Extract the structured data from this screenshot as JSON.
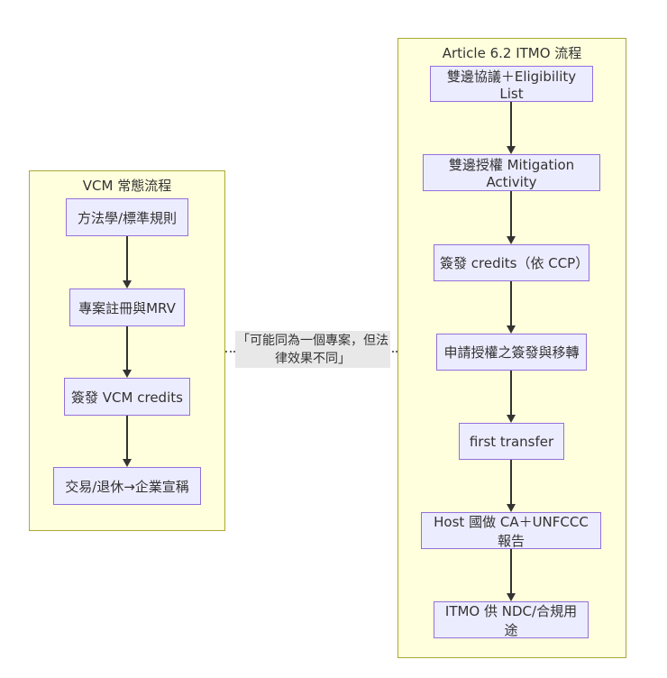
{
  "diagram": {
    "left_flow": {
      "title": "VCM 常態流程",
      "nodes": [
        {
          "label": "方法學/標準規則"
        },
        {
          "label": "專案註冊與MRV"
        },
        {
          "label": "簽發 VCM credits"
        },
        {
          "label": "交易/退休→企業宣稱"
        }
      ]
    },
    "right_flow": {
      "title": "Article 6.2 ITMO 流程",
      "nodes": [
        {
          "label": "雙邊協議＋Eligibility List"
        },
        {
          "label": "雙邊授權 Mitigation Activity"
        },
        {
          "label": "簽發 credits（依 CCP）"
        },
        {
          "label": "申請授權之簽發與移轉"
        },
        {
          "label": "first transfer"
        },
        {
          "label": "Host 國做 CA＋UNFCCC 報告"
        },
        {
          "label": "ITMO 供 NDC/合規用途"
        }
      ]
    },
    "connector": {
      "label": "「可能同為一個專案，但法律效果不同」"
    },
    "colors": {
      "node_fill": "#ECECFF",
      "node_border": "#9370DB",
      "cluster_fill": "#ffffde",
      "cluster_border": "#aaaa33",
      "edge_label_bg": "#e8e8e8",
      "edge_color": "#333333"
    }
  }
}
